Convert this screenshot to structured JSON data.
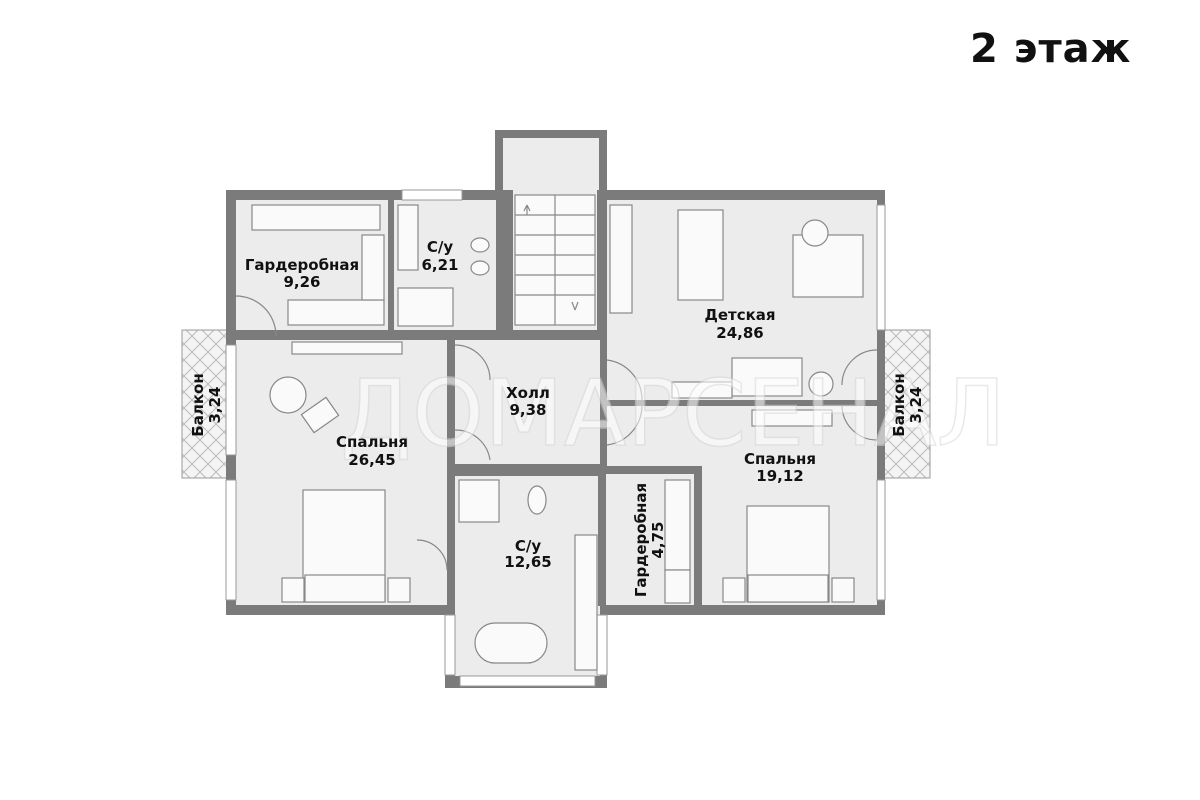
{
  "title": "2 этаж",
  "watermark": "ДОМАРСЕНАЛ",
  "colors": {
    "wall": "#7b7b7b",
    "room": "#ececec",
    "text": "#111111"
  },
  "rooms": [
    {
      "name": "Гардеробная",
      "area": "9,26"
    },
    {
      "name": "С/у",
      "area": "6,21"
    },
    {
      "name": "Детская",
      "area": "24,86"
    },
    {
      "name": "Холл",
      "area": "9,38"
    },
    {
      "name": "Спальня",
      "area": "26,45"
    },
    {
      "name": "Спальня",
      "area": "19,12"
    },
    {
      "name": "С/у",
      "area": "12,65"
    },
    {
      "name": "Гардеробная",
      "area": "4,75"
    },
    {
      "name": "Балкон",
      "area": "3,24"
    },
    {
      "name": "Балкон",
      "area": "3,24"
    }
  ]
}
